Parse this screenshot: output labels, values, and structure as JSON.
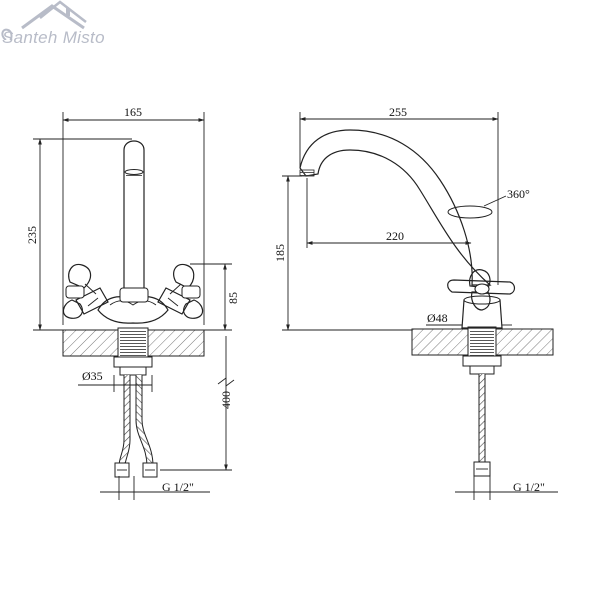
{
  "logo": {
    "text": "Santeh Misto",
    "icon": "house-roof-icon",
    "color": "#b8bcc8"
  },
  "front_view": {
    "width": "165",
    "height": "235",
    "handle_height": "85",
    "base_diameter": "Ø35",
    "hose_length": "400",
    "thread": "G 1/2\""
  },
  "side_view": {
    "reach": "255",
    "spout_reach": "220",
    "spout_height": "185",
    "rotation": "360°",
    "base_diameter": "Ø48",
    "thread": "G 1/2\""
  }
}
